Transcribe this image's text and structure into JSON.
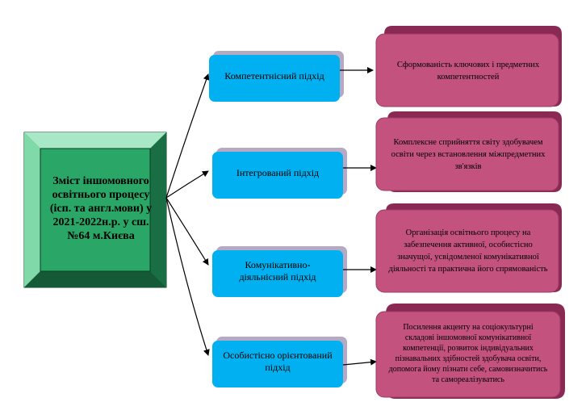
{
  "center": {
    "text": "Зміст іншомовного освітнього процесу (ісп. та англ.мови) у 2021-2022н.р. у сш. №64 м.Києва"
  },
  "approaches": [
    {
      "label": "Компетентнісний підхід",
      "description": "Сформованість ключових і предметних компетентностей"
    },
    {
      "label": "Інтегрований підхід",
      "description": "Комплексне сприйняття світу здобувачем освіти через встановлення міжпредметних зв'язків"
    },
    {
      "label": "Комунікативно-діяльнісний підхід",
      "description": "Організація освітнього процесу на забезпечення активної, особистісно значущої, усвідомленої комунікативної діяльності та практична його спрямованість"
    },
    {
      "label": "Особистісно орієнтований підхід",
      "description": "Посилення акценту на соціокультурні складові іншомовної комунікативної компетенції, розвиток індивідуальних пізнавальних здібностей здобувача освіти, допомога йому пізнати себе, самовизначитись та самореалізуватись"
    }
  ],
  "colors": {
    "center_face": "#2aa767",
    "center_bevel_light": "#7fd9a8",
    "center_bevel_dark": "#1a6e43",
    "approach_fill": "#00b0f0",
    "approach_shadow": "#b5a9c4",
    "description_fill": "#c3527e",
    "description_shadow": "#8a2a54",
    "arrow": "#000000"
  }
}
